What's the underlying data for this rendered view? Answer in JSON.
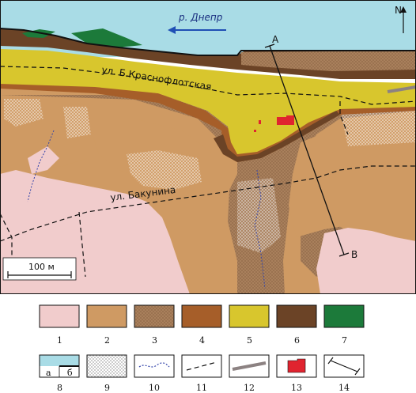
{
  "map": {
    "river_label": "р. Днепр",
    "north_label": "N",
    "street_1": "ул. Б.Краснофлотская",
    "street_2": "ул. Бакунина",
    "point_a": "A",
    "point_b": "B",
    "scale_label": "100 м"
  },
  "colors": {
    "water": "#a9dce6",
    "unit1": "#f1cccc",
    "unit2": "#cf9a63",
    "unit3": "#a9805c",
    "unit4": "#a65e29",
    "unit5": "#d8c62d",
    "unit6": "#6b4326",
    "unit7": "#1c7a3a",
    "road": "#8c8282",
    "building": "#e0242f"
  },
  "legend": {
    "items": [
      {
        "num": "1",
        "kind": "swatch",
        "color": "#f1cccc"
      },
      {
        "num": "2",
        "kind": "swatch",
        "color": "#cf9a63"
      },
      {
        "num": "3",
        "kind": "hatch",
        "color": "#a9805c"
      },
      {
        "num": "4",
        "kind": "swatch",
        "color": "#a65e29"
      },
      {
        "num": "5",
        "kind": "swatch",
        "color": "#d8c62d"
      },
      {
        "num": "6",
        "kind": "swatch",
        "color": "#6b4326"
      },
      {
        "num": "7",
        "kind": "swatch",
        "color": "#1c7a3a"
      },
      {
        "num": "8",
        "kind": "water"
      },
      {
        "num": "9",
        "kind": "crosshatch"
      },
      {
        "num": "10",
        "kind": "stream"
      },
      {
        "num": "11",
        "kind": "dashed"
      },
      {
        "num": "12",
        "kind": "road"
      },
      {
        "num": "13",
        "kind": "building"
      },
      {
        "num": "14",
        "kind": "profile"
      }
    ],
    "water_a": "а",
    "water_b": "б"
  }
}
